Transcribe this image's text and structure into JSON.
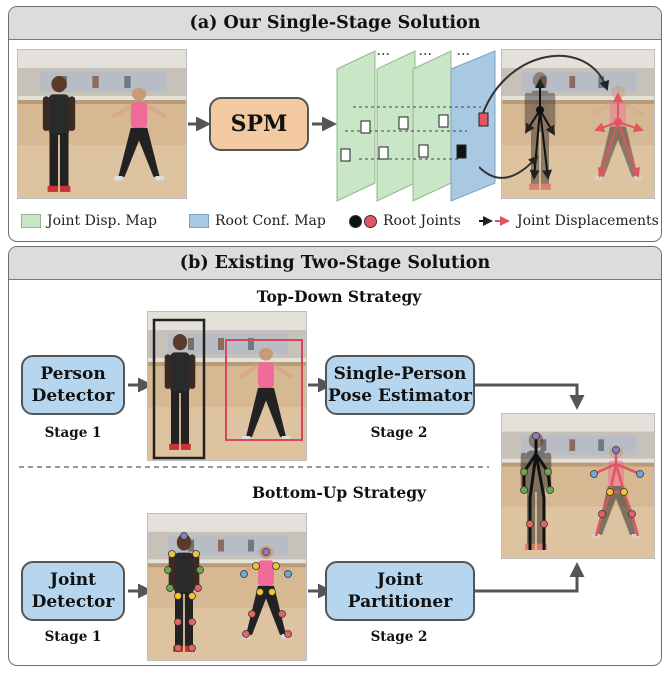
{
  "panel_a": {
    "title": "(a) Our Single-Stage Solution",
    "spm_label": "SPM",
    "ellipsis": "...",
    "legend": {
      "joint_disp_map": "Joint Disp. Map",
      "root_conf_map": "Root Conf. Map",
      "root_joints": "Root Joints",
      "joint_displacements": "Joint Displacements"
    }
  },
  "panel_b": {
    "title": "(b) Existing Two-Stage Solution",
    "top_down": {
      "strategy": "Top-Down Strategy",
      "detector_line1": "Person",
      "detector_line2": "Detector",
      "stage1": "Stage 1",
      "estimator_line1": "Single-Person",
      "estimator_line2": "Pose Estimator",
      "stage2": "Stage 2"
    },
    "bottom_up": {
      "strategy": "Bottom-Up Strategy",
      "detector_line1": "Joint",
      "detector_line2": "Detector",
      "stage1": "Stage 1",
      "partitioner_line1": "Joint",
      "partitioner_line2": "Partitioner",
      "stage2": "Stage 2"
    }
  },
  "colors": {
    "green_map": "#c9e6c6",
    "blue_map": "#a9c9e3",
    "spm_box": "#f3c9a1",
    "stage_box": "#b5d6ee",
    "root_black": "#111111",
    "root_red": "#e05561",
    "bbox_black": "#222222",
    "bbox_red": "#d9455a"
  }
}
